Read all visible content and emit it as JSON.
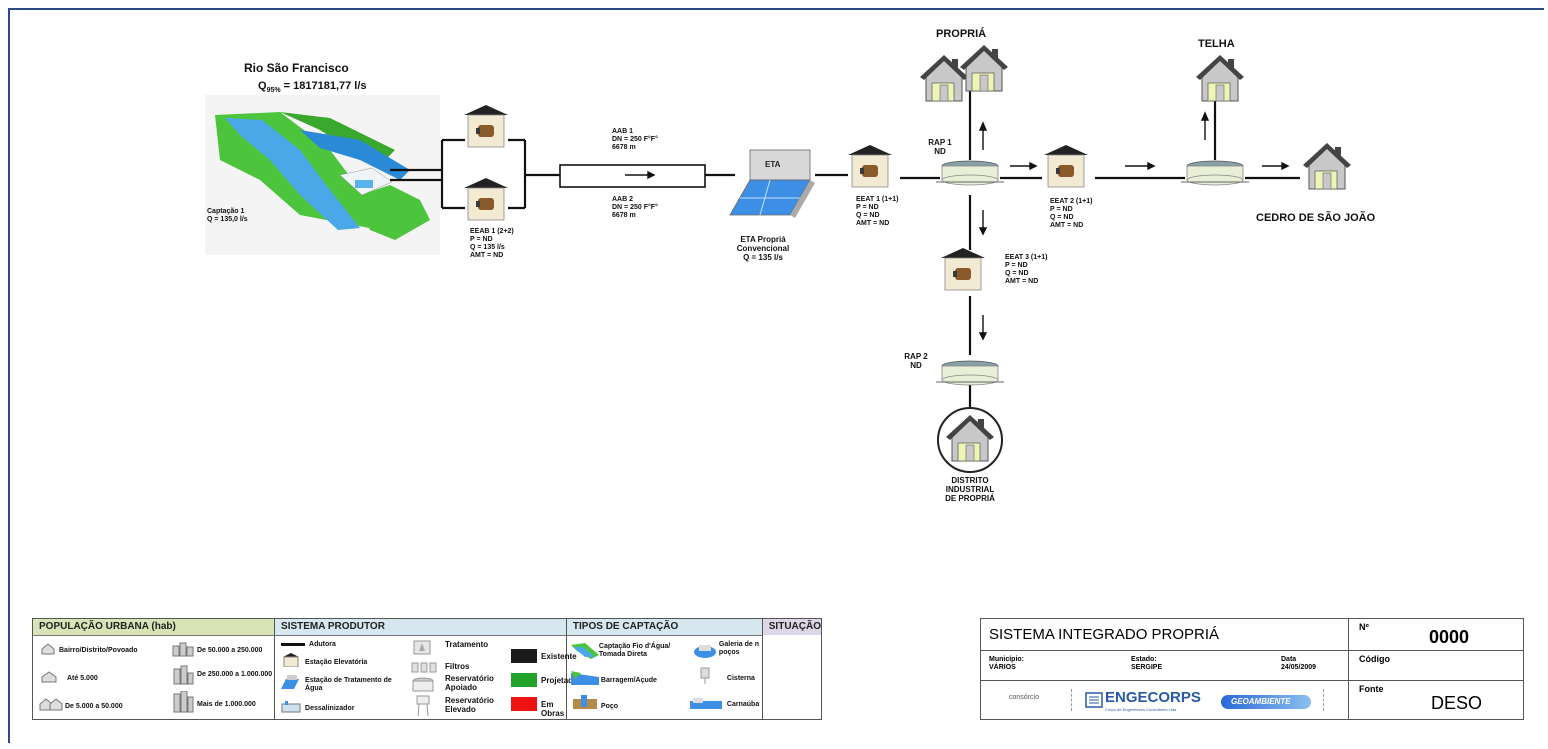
{
  "source": {
    "river_name": "Rio São Francisco",
    "flow_label": "Q",
    "flow_sub": "95%",
    "flow_value": " = 1817181,77 l/s",
    "intake_name": "Captação 1",
    "intake_flow": "Q = 135,0 l/s"
  },
  "eeab1": {
    "line1": "EEAB 1 (2+2)",
    "line2": "P = ND",
    "line3": "Q = 135 l/s",
    "line4": "AMT = ND"
  },
  "aab1": {
    "line1": "AAB 1",
    "line2": "DN = 250 F°F°",
    "line3": "6678 m"
  },
  "aab2": {
    "line1": "AAB 2",
    "line2": "DN = 250 F°F°",
    "line3": "6678 m"
  },
  "eta": {
    "badge": "ETA",
    "line1": "ETA Propriá",
    "line2": "Convencional",
    "line3": "Q = 135 l/s"
  },
  "eeat1": {
    "line1": "EEAT 1 (1+1)",
    "line2": "P = ND",
    "line3": "Q = ND",
    "line4": "AMT = ND"
  },
  "rap1": {
    "line1": "RAP 1",
    "line2": "ND"
  },
  "eeat2": {
    "line1": "EEAT 2 (1+1)",
    "line2": "P = ND",
    "line3": "Q = ND",
    "line4": "AMT = ND"
  },
  "eeat3": {
    "line1": "EEAT 3 (1+1)",
    "line2": "P = ND",
    "line3": "Q = ND",
    "line4": "AMT = ND"
  },
  "rap2": {
    "line1": "RAP 2",
    "line2": "ND"
  },
  "cities": {
    "propria": "PROPRIÁ",
    "telha": "TELHA",
    "cedro": "CEDRO DE SÃO JOÃO",
    "distrito_1": "DISTRITO",
    "distrito_2": "INDUSTRIAL",
    "distrito_3": "DE PROPRIÁ"
  },
  "legend": {
    "populacao": {
      "title": "POPULAÇÃO URBANA (hab)",
      "items": [
        "Bairro/Distrito/Povoado",
        "De 50.000 a 250.000",
        "Até 5.000",
        "De 250.000 a 1.000.000",
        "De 5.000 a 50.000",
        "Mais de 1.000.000"
      ]
    },
    "sistema": {
      "title": "SISTEMA PRODUTOR",
      "items": [
        "Adutora",
        "Estação Elevatória",
        "Estação de Tratamento de Água",
        "Dessalinizador",
        "Tratamento",
        "Filtros",
        "Reservatório Apoiado",
        "Reservatório Elevado",
        "Existente",
        "Projetado",
        "Em Obras"
      ]
    },
    "captacao": {
      "title": "TIPOS DE CAPTAÇÃO",
      "items": [
        "Captação Fio d'Água/ Tomada Direta",
        "Galeria de n poços",
        "Barragem/Açude",
        "Cisterna",
        "Poço",
        "Carnaúba"
      ]
    },
    "situacao": {
      "title": "SITUAÇÃO"
    },
    "colors": {
      "existente": "#1a1a1a",
      "projetado": "#22a22a",
      "em_obras": "#ee1111"
    }
  },
  "title_block": {
    "title": "SISTEMA INTEGRADO PROPRIÁ",
    "n_label": "Nº",
    "n_value": "0000",
    "municipio_label": "Município:",
    "municipio_value": "VÁRIOS",
    "estado_label": "Estado:",
    "estado_value": "SERGIPE",
    "data_label": "Data",
    "data_value": "24/05/2009",
    "codigo_label": "Código",
    "consorcio_label": "consórcio",
    "company1": "ENGECORPS",
    "company1_sub": "Corpo de Engenheiros Consultores Ltda",
    "company2": "GEOAMBIENTE",
    "fonte_label": "Fonte",
    "fonte_value": "DESO"
  }
}
